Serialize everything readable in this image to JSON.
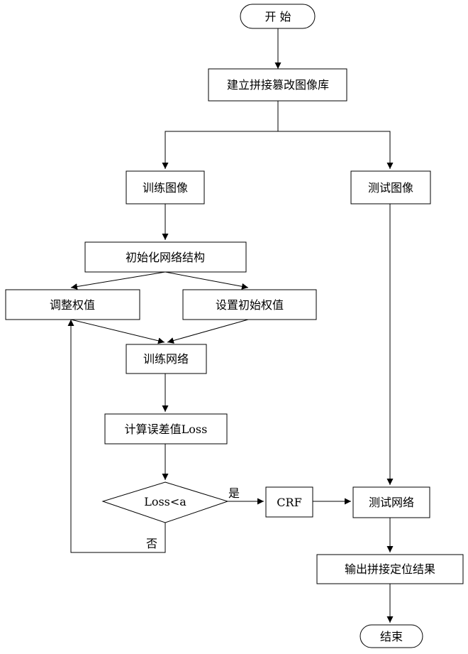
{
  "flowchart": {
    "start": "开 始",
    "build_library": "建立拼接篡改图像库",
    "train_images": "训练图像",
    "test_images": "测试图像",
    "init_network": "初始化网络结构",
    "adjust_weights": "调整权值",
    "set_initial_weights": "设置初始权值",
    "train_network": "训练网络",
    "compute_loss": "计算误差值Loss",
    "decision": "Loss<a",
    "yes": "是",
    "no": "否",
    "crf": "CRF",
    "test_network": "测试网络",
    "output_result": "输出拼接定位结果",
    "end": "结束"
  }
}
